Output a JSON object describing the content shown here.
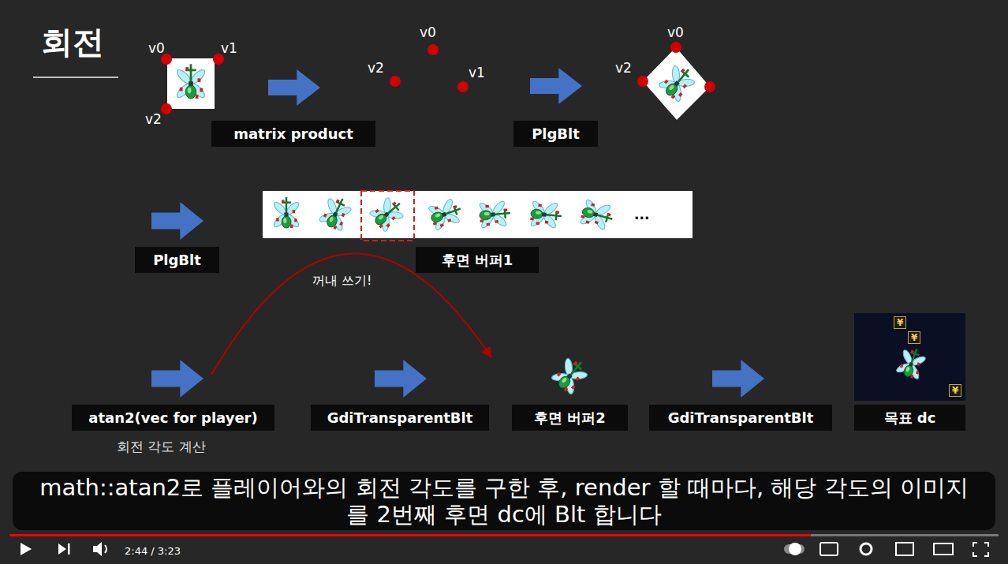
{
  "diagram": {
    "title": "회전",
    "caption": "math::atan2로 플레이어와의 회전 각도를 구한 후, render 할 때마다, 해당 각도의 이미지를 2번째 후면 dc에 Blt 합니다",
    "nodes": [
      {
        "text": [
          "matrix product"
        ]
      },
      {
        "text": [
          "PlgBlt"
        ]
      },
      {
        "text": [
          "PlgBlt"
        ]
      },
      {
        "text": [
          "후면 버퍼1"
        ]
      },
      {
        "text": [
          "atan2(vec for player)"
        ]
      },
      {
        "text": [
          "GdiTransparentBlt"
        ]
      },
      {
        "text": [
          "후면 버퍼2"
        ]
      },
      {
        "text": [
          "GdiTransparentBlt"
        ]
      },
      {
        "text": [
          "목표 dc"
        ]
      }
    ],
    "labels": [
      "v0",
      "v1",
      "v2",
      "v0",
      "v2",
      "v1",
      "v0",
      "v2",
      "...",
      "꺼내 쓰기!",
      "¥",
      "¥",
      "¥",
      "회전 각도 계산",
      "2:44 / 3:23"
    ]
  }
}
